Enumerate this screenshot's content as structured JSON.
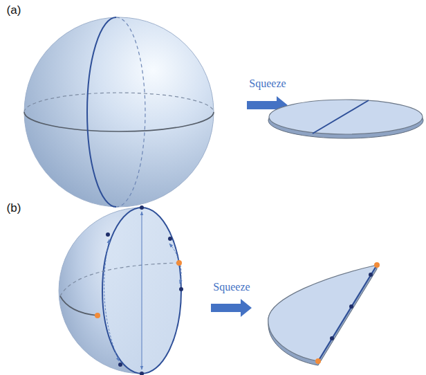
{
  "diagram": {
    "labels": [
      "(a)",
      "Squeeze",
      "(b)",
      "Squeeze"
    ]
  }
}
